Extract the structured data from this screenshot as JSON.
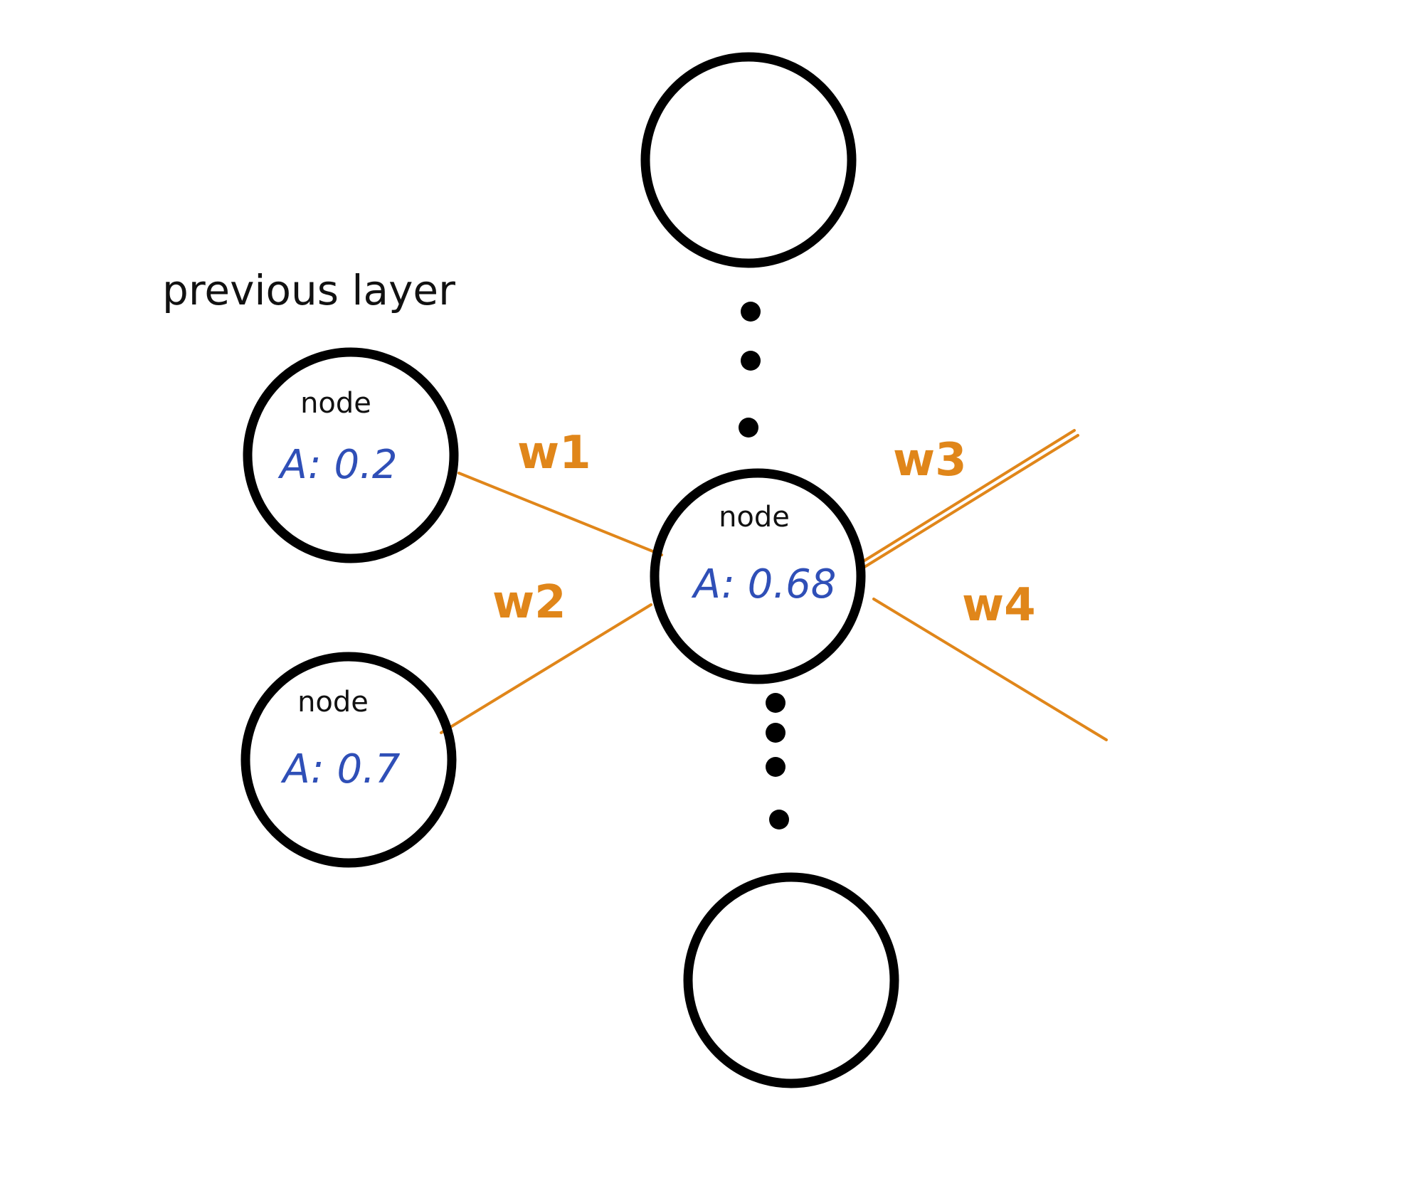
{
  "title": "previous layer",
  "colors": {
    "weight": "#E0861A",
    "activation": "#2F4FB7",
    "ink": "#000000"
  },
  "nodes": {
    "prev_top": {
      "label": "node",
      "activation": "A: 0.2"
    },
    "prev_bottom": {
      "label": "node",
      "activation": "A: 0.7"
    },
    "current": {
      "label": "node",
      "activation": "A: 0.68"
    }
  },
  "weights": {
    "w1": "w1",
    "w2": "w2",
    "w3": "w3",
    "w4": "w4"
  }
}
